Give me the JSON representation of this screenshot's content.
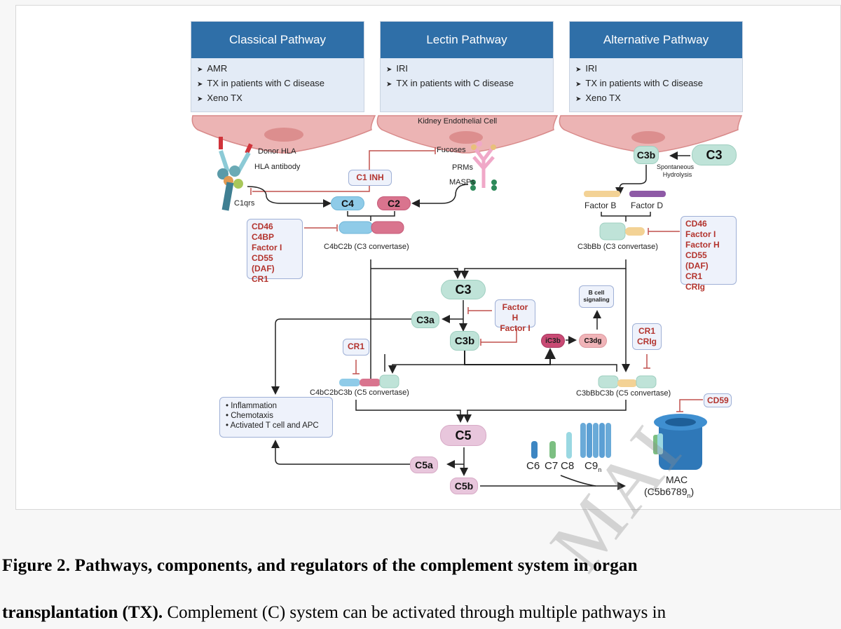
{
  "pathways": [
    {
      "title": "Classical Pathway",
      "items": [
        "AMR",
        "TX in patients with C disease",
        "Xeno TX"
      ]
    },
    {
      "title": "Lectin Pathway",
      "items": [
        "IRI",
        "TX in patients with C disease"
      ]
    },
    {
      "title": "Alternative Pathway",
      "items": [
        "IRI",
        "TX in patients with C disease",
        "Xeno TX"
      ]
    }
  ],
  "cell_label": "Kidney Endothelial Cell",
  "classical": {
    "donor_hla": "Donor HLA",
    "hla_antibody": "HLA antibody",
    "c1qrs": "C1qrs",
    "c1inh": "C1 INH"
  },
  "lectin": {
    "fucoses": "Fucoses",
    "prms": "PRMs",
    "masps": "MASPs"
  },
  "components": {
    "c4": "C4",
    "c2": "C2",
    "c3_main": "C3",
    "c3a": "C3a",
    "c3b": "C3b",
    "ic3b": "iC3b",
    "c3dg": "C3dg",
    "c5": "C5",
    "c5a": "C5a",
    "c5b": "C5b",
    "alt_c3": "C3",
    "alt_c3b": "C3b",
    "factor_b": "Factor B",
    "factor_d": "Factor D",
    "spontaneous": "Spontaneous",
    "hydrolysis": "Hydrolysis"
  },
  "convertases": {
    "c4bc2b": "C4bC2b (C3 convertase)",
    "c3bbb": "C3bBb (C3 convertase)",
    "c4bc2bc3b": "C4bC2bC3b (C5 convertase)",
    "c3bbbc3b": "C3bBbC3b (C5 convertase)"
  },
  "regulators": {
    "classical": [
      "CD46",
      "C4BP",
      "Factor I",
      "CD55 (DAF)",
      "CR1"
    ],
    "alternative": [
      "CD46",
      "Factor I",
      "Factor H",
      "CD55 (DAF)",
      "CR1",
      "CRIg"
    ],
    "c3b_reg": [
      "Factor H",
      "Factor I"
    ],
    "c5conv_classical": [
      "CR1"
    ],
    "c5conv_alt": [
      "CR1",
      "CRIg"
    ],
    "mac": [
      "CD59"
    ]
  },
  "b_cell": [
    "B cell",
    "signaling"
  ],
  "outcomes": [
    "Inflammation",
    "Chemotaxis",
    "Activated T cell and APC"
  ],
  "terminal": {
    "c6": "C6",
    "c7": "C7",
    "c8": "C8",
    "c9": "C9",
    "c9_sub": "n",
    "mac": "MAC",
    "mac_formula": "(C5b6789",
    "mac_sub": "n",
    "mac_close": ")"
  },
  "caption": {
    "line1": "Figure 2. Pathways, components, and regulators of the complement system in organ",
    "line2_bold": "transplantation (TX).",
    "line2_rest": " Complement (C) system can be activated through multiple pathways in"
  },
  "watermark": "MAI",
  "colors": {
    "header_blue": "#2f6fa8",
    "regulator_red": "#b3342e",
    "teal": "#bfe3d8",
    "pink": "#e8c6dc",
    "c4_blue": "#8fcbe8",
    "c2_red": "#d9748e"
  }
}
